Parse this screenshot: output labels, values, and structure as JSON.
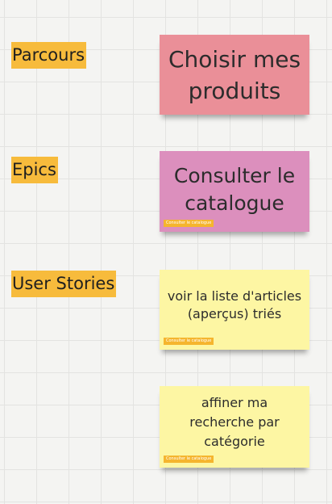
{
  "board": {
    "rows": [
      {
        "label": "Parcours"
      },
      {
        "label": "Epics"
      },
      {
        "label": "User Stories"
      }
    ]
  },
  "stickies": [
    {
      "text": "Choisir mes produits",
      "color": "#ea8f98",
      "tag": ""
    },
    {
      "text": "Consulter le catalogue",
      "color": "#dc8fbd",
      "tag": "Consulter le catalogue"
    },
    {
      "text": "voir la liste d'articles (aperçus) triés",
      "color": "#fdf6a3",
      "tag": "Consulter le catalogue"
    },
    {
      "text": "affiner ma recherche par catégorie",
      "color": "#fdf6a3",
      "tag": "Consulter le catalogue"
    }
  ],
  "colors": {
    "row_label_bg": "#f7bb3c",
    "tag_bg": "#f5b52e",
    "grid_line": "#e3e3e1"
  }
}
